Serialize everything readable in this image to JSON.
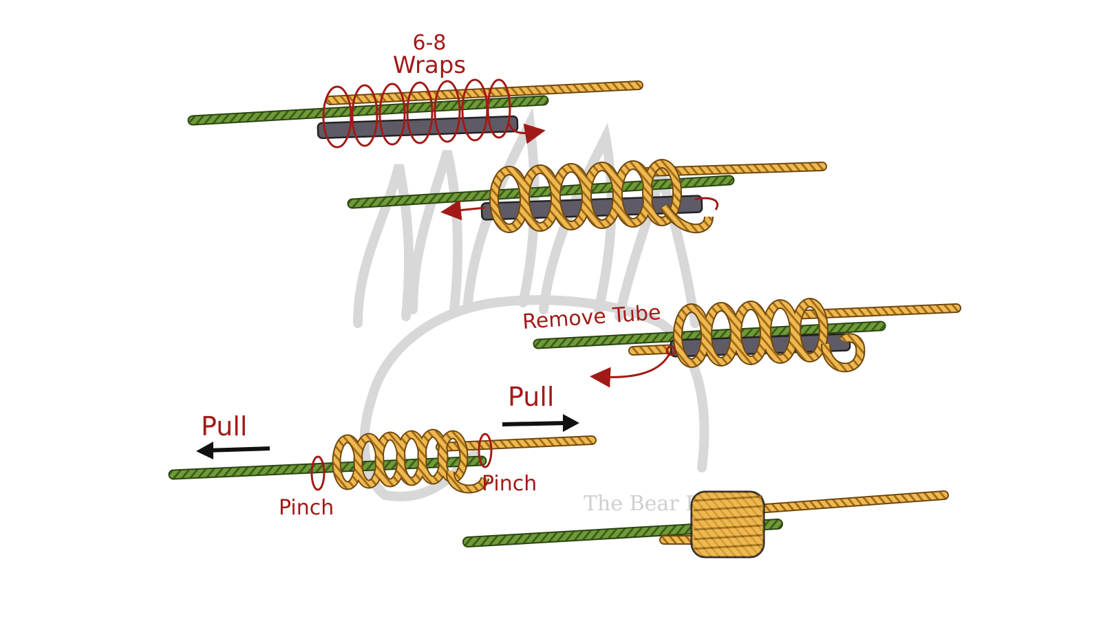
{
  "labels": {
    "wraps_count": "6-8",
    "wraps": "Wraps",
    "remove_tube": "Remove Tube",
    "pull_left": "Pull",
    "pull_right": "Pull",
    "pinch_left": "Pinch",
    "pinch_right": "Pinch"
  },
  "watermark": "The Bear Es",
  "colors": {
    "green_line": "#6f9a38",
    "green_dark": "#3c5f1a",
    "gold_line": "#e8b04a",
    "gold_dark": "#a06d1c",
    "tube": "#5f5b66",
    "annotation_red": "#a11a17",
    "watermark_gray": "#cfcfcf",
    "arrow_black": "#111111"
  }
}
